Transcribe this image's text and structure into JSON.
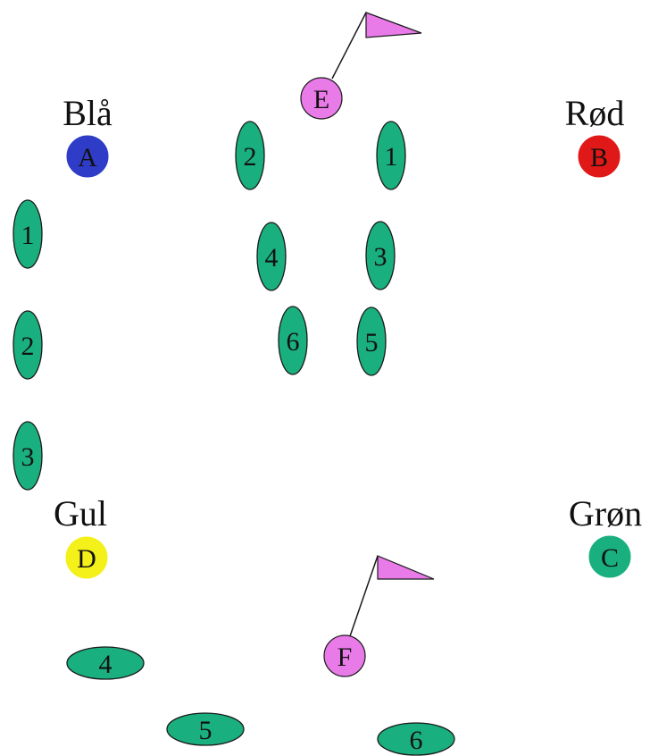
{
  "corners": [
    {
      "id": "blue",
      "label": "Blå",
      "letter": "A",
      "color": "#2f3cc8"
    },
    {
      "id": "red",
      "label": "Rød",
      "letter": "B",
      "color": "#e01818"
    },
    {
      "id": "green",
      "label": "Grøn",
      "letter": "C",
      "color": "#1aaf7e"
    },
    {
      "id": "yellow",
      "label": "Gul",
      "letter": "D",
      "color": "#f4f01a"
    }
  ],
  "flags": [
    {
      "id": "e",
      "letter": "E",
      "color": "#e97be9",
      "flag_color": "#e97be9"
    },
    {
      "id": "f",
      "letter": "F",
      "color": "#e97be9",
      "flag_color": "#e97be9"
    }
  ],
  "cones": [
    {
      "id": "left-1",
      "number": "1"
    },
    {
      "id": "left-2",
      "number": "2"
    },
    {
      "id": "left-3",
      "number": "3"
    },
    {
      "id": "center-1",
      "number": "1"
    },
    {
      "id": "center-2",
      "number": "2"
    },
    {
      "id": "center-3",
      "number": "3"
    },
    {
      "id": "center-4",
      "number": "4"
    },
    {
      "id": "center-5",
      "number": "5"
    },
    {
      "id": "center-6",
      "number": "6"
    },
    {
      "id": "bottom-4",
      "number": "4"
    },
    {
      "id": "bottom-5",
      "number": "5"
    },
    {
      "id": "bottom-6",
      "number": "6"
    }
  ],
  "cone_color": "#1aaf7e",
  "stroke_color": "#1a1a1a"
}
